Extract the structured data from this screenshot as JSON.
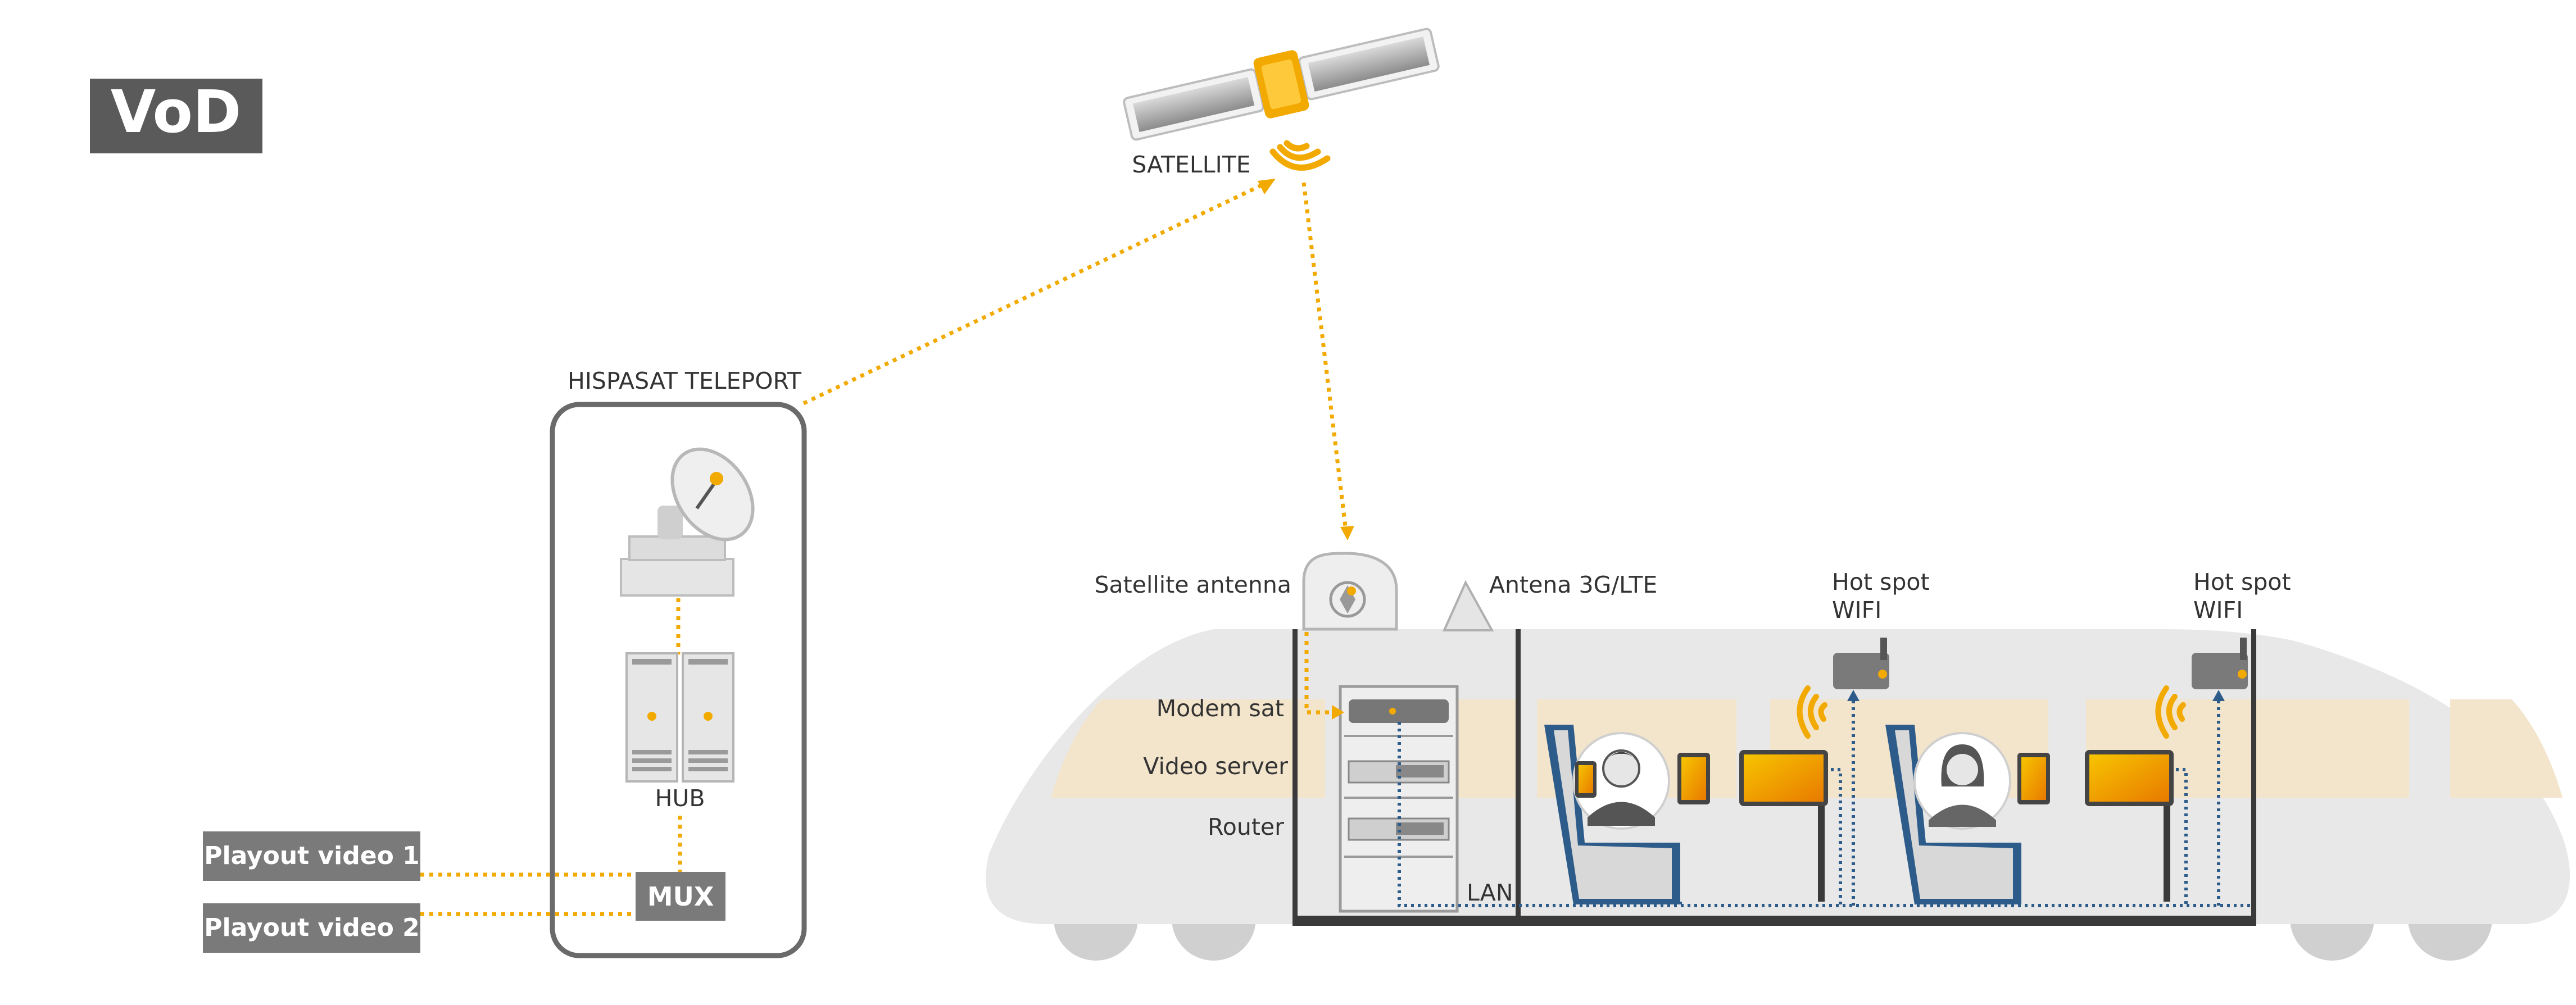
{
  "badge": {
    "label": "VoD"
  },
  "satellite": {
    "label": "SATELLITE"
  },
  "teleport": {
    "label": "HISPASAT TELEPORT",
    "hub_label": "HUB",
    "mux_label": "MUX"
  },
  "playout": {
    "video1": "Playout video 1",
    "video2": "Playout video 2"
  },
  "train": {
    "satellite_antenna": "Satellite antenna",
    "antena_lte": "Antena 3G/LTE",
    "hotspot1": {
      "line1": "Hot spot",
      "line2": "WIFI"
    },
    "hotspot2": {
      "line1": "Hot spot",
      "line2": "WIFI"
    },
    "modem": "Modem sat",
    "video_server": "Video server",
    "router": "Router",
    "lan": "LAN"
  },
  "colors": {
    "accent": "#F2A900",
    "badge_bg": "#5A5A5A",
    "label_box": "#7A7A7A",
    "lan_line": "#2E5C8A",
    "train_body": "#E8E8E8",
    "window": "#F3E4CC",
    "seat_blue": "#2E5C8A"
  },
  "icons": [
    "satellite-icon",
    "dish-icon",
    "server-icon",
    "wifi-router-icon",
    "passenger-icon",
    "screen-icon"
  ]
}
